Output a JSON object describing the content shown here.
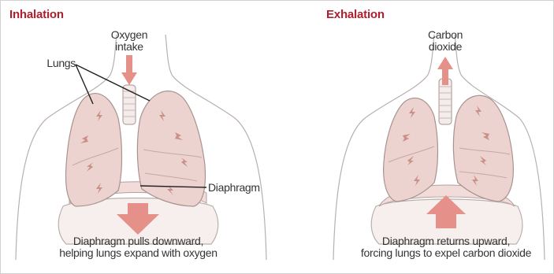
{
  "inhalation": {
    "title": "Inhalation",
    "oxygen_label_line1": "Oxygen",
    "oxygen_label_line2": "intake",
    "lungs_label": "Lungs",
    "diaphragm_label": "Diaphragm",
    "caption_line1": "Diaphragm pulls downward,",
    "caption_line2": "helping lungs expand with oxygen"
  },
  "exhalation": {
    "title": "Exhalation",
    "co2_label_line1": "Carbon",
    "co2_label_line2": "dioxide",
    "caption_line1": "Diaphragm returns upward,",
    "caption_line2": "forcing lungs to expel carbon dioxide"
  },
  "colors": {
    "title": "#b01e2e",
    "lung_fill": "#ecd3cf",
    "lung_stroke": "#a89290",
    "arrow": "#e59089",
    "diaphragm": "#f1dcd9"
  }
}
